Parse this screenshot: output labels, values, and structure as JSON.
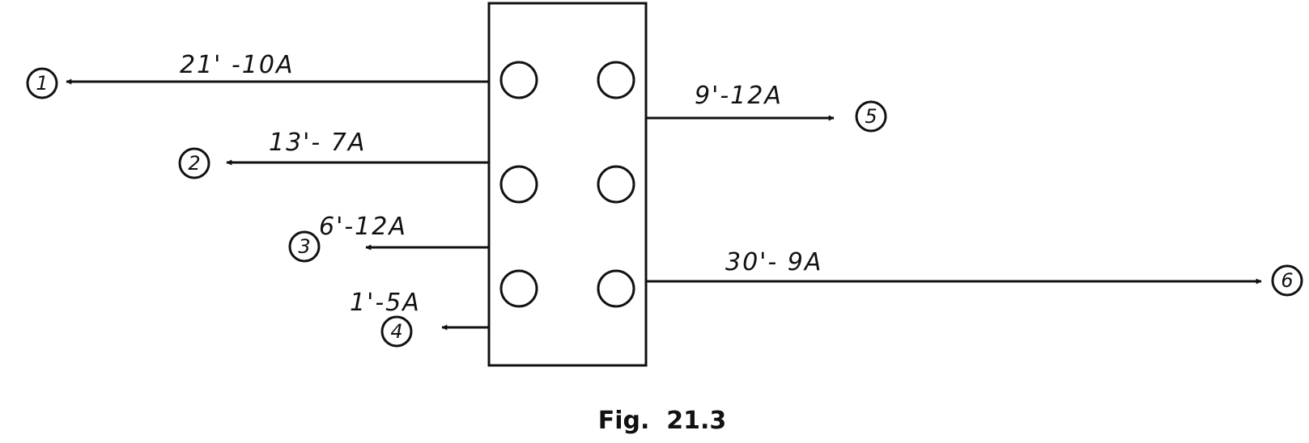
{
  "figure": {
    "caption": "Fig.  21.3"
  },
  "circuits": [
    {
      "id": "1",
      "node_label": "1",
      "label": "21' -10A",
      "side": "left"
    },
    {
      "id": "2",
      "node_label": "2",
      "label": "13'- 7A",
      "side": "left"
    },
    {
      "id": "3",
      "node_label": "3",
      "label": "6'-12A",
      "side": "left"
    },
    {
      "id": "4",
      "node_label": "4",
      "label": "1'-5A",
      "side": "left"
    },
    {
      "id": "5",
      "node_label": "5",
      "label": "9'-12A",
      "side": "right"
    },
    {
      "id": "6",
      "node_label": "6",
      "label": "30'- 9A",
      "side": "right"
    }
  ],
  "panel": {
    "breaker_rows": 3,
    "breaker_cols": 2
  }
}
